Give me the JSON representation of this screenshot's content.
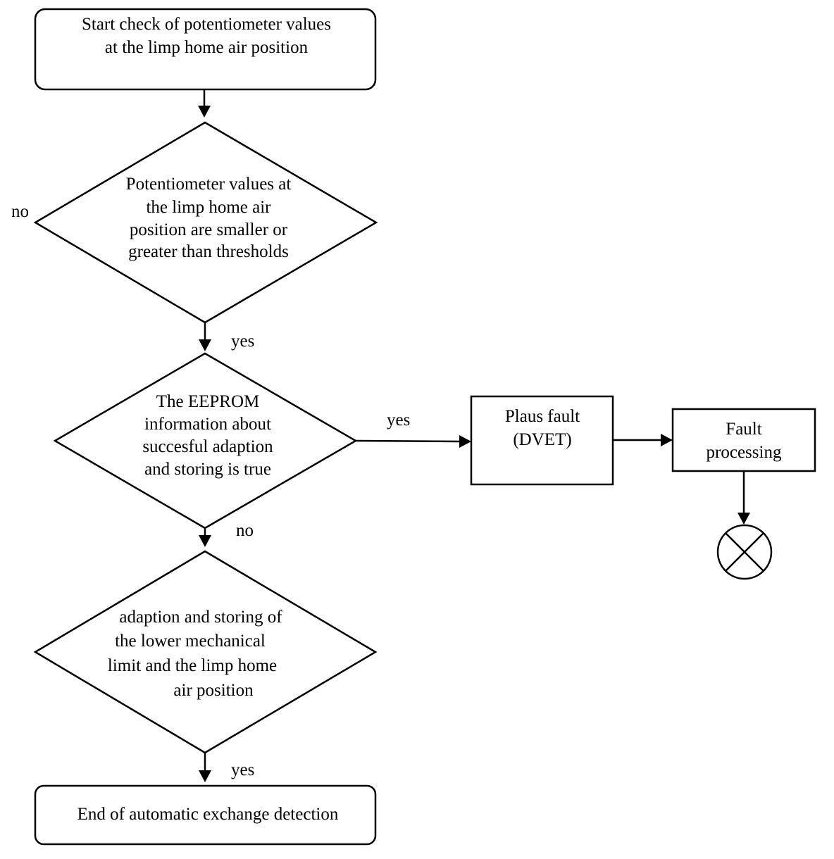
{
  "diagram": {
    "start": {
      "lines": [
        "Start check of potentiometer values",
        "at the limp home air position"
      ]
    },
    "decision_thresholds": {
      "lines": [
        "Potentiometer values at",
        "the limp home air",
        "position are smaller or",
        "greater than thresholds"
      ]
    },
    "decision_eeprom": {
      "lines": [
        "The EEPROM",
        "information about",
        "succesful adaption",
        "and storing is true"
      ]
    },
    "decision_adaption": {
      "lines": [
        "adaption and storing of",
        "the lower mechanical",
        "limit and the limp home",
        "air position"
      ]
    },
    "end": {
      "lines": [
        "End of automatic exchange detection"
      ]
    },
    "plaus_fault": {
      "lines": [
        "Plaus fault",
        "(DVET)"
      ]
    },
    "fault_processing": {
      "lines": [
        "Fault",
        "processing"
      ]
    },
    "terminator_icon": "crossed-circle-icon",
    "labels": {
      "thresholds_no": "no",
      "thresholds_yes": "yes",
      "eeprom_yes": "yes",
      "eeprom_no": "no",
      "adaption_yes": "yes"
    }
  }
}
